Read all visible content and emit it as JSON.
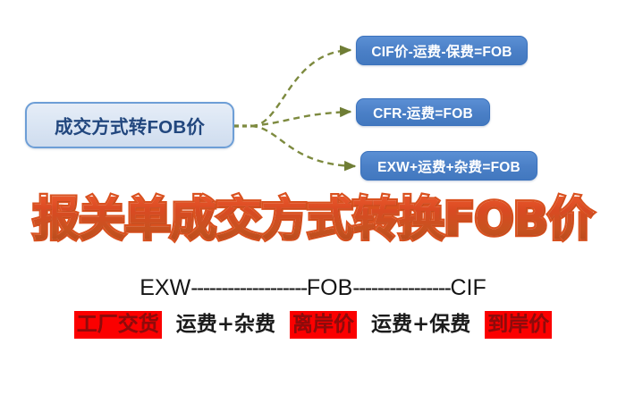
{
  "mindmap": {
    "root": {
      "label": "成交方式转FOB价"
    },
    "children": [
      {
        "label": "CIF价-运费-保费=FOB",
        "connector": "dashed-arrow-connector"
      },
      {
        "label": "CFR-运费=FOB",
        "connector": "dashed-arrow-connector"
      },
      {
        "label": "EXW+运费+杂费=FOB",
        "connector": "dashed-arrow-connector"
      }
    ],
    "connector_color": "#7d8a3f",
    "root_fill": "#dbe6f4",
    "root_border": "#6d9ed6",
    "root_text_color": "#22477e",
    "child_fill": "#4a7fc6",
    "child_text_color": "#ffffff"
  },
  "hero": {
    "title": "报关单成交方式转换FOB价",
    "outline_color": "#d9511f",
    "fill_color": "#fdf6f2"
  },
  "scale": {
    "line": {
      "left_label": "EXW",
      "left_dashes": "-------------------",
      "middle_label": "FOB",
      "right_dashes": "----------------",
      "right_label": "CIF"
    },
    "terms": [
      {
        "text": "工厂交货",
        "highlight": true
      },
      {
        "text": "运费+杂费",
        "highlight": false
      },
      {
        "text": "离岸价",
        "highlight": true
      },
      {
        "text": "运费+保费",
        "highlight": false
      },
      {
        "text": "到岸价",
        "highlight": true
      }
    ],
    "highlight_bg": "#fb0000",
    "highlight_text_color": "#8e0b0b",
    "plain_text_color": "#1b1b1b"
  }
}
